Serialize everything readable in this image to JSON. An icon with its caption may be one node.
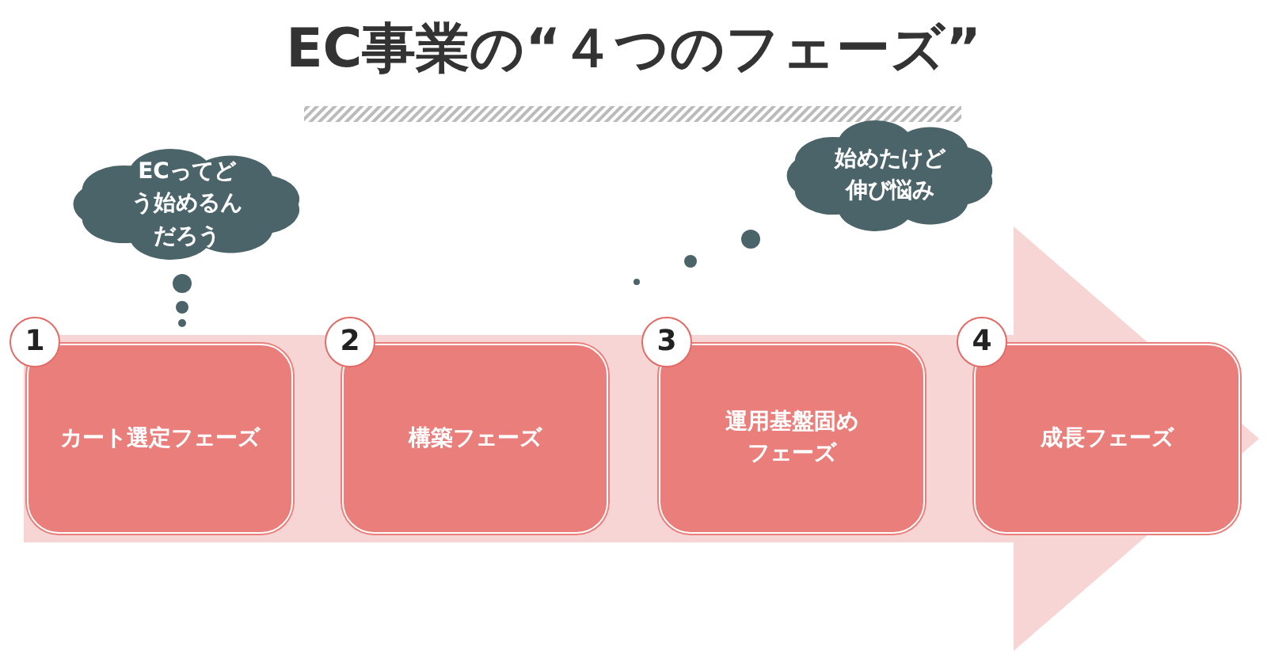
{
  "diagram": {
    "title": "EC事業の“４つのフェーズ”",
    "nodes": [
      {
        "text": [
          "ECってどう始めるんだろう"
        ]
      },
      {
        "text": [
          "始めたけど伸び悩み"
        ]
      },
      {
        "text": [
          "カート選定フェーズ"
        ],
        "beside": [
          "1"
        ]
      },
      {
        "text": [
          "構築フェーズ"
        ],
        "beside": [
          "2"
        ]
      },
      {
        "text": [
          "運用基盤固めフェーズ"
        ],
        "beside": [
          "3"
        ]
      },
      {
        "text": [
          "成長フェーズ"
        ],
        "beside": [
          "4"
        ]
      }
    ],
    "edges": [
      {
        "from": 2,
        "to": 5,
        "arrow": "to",
        "style": "thick"
      }
    ]
  }
}
